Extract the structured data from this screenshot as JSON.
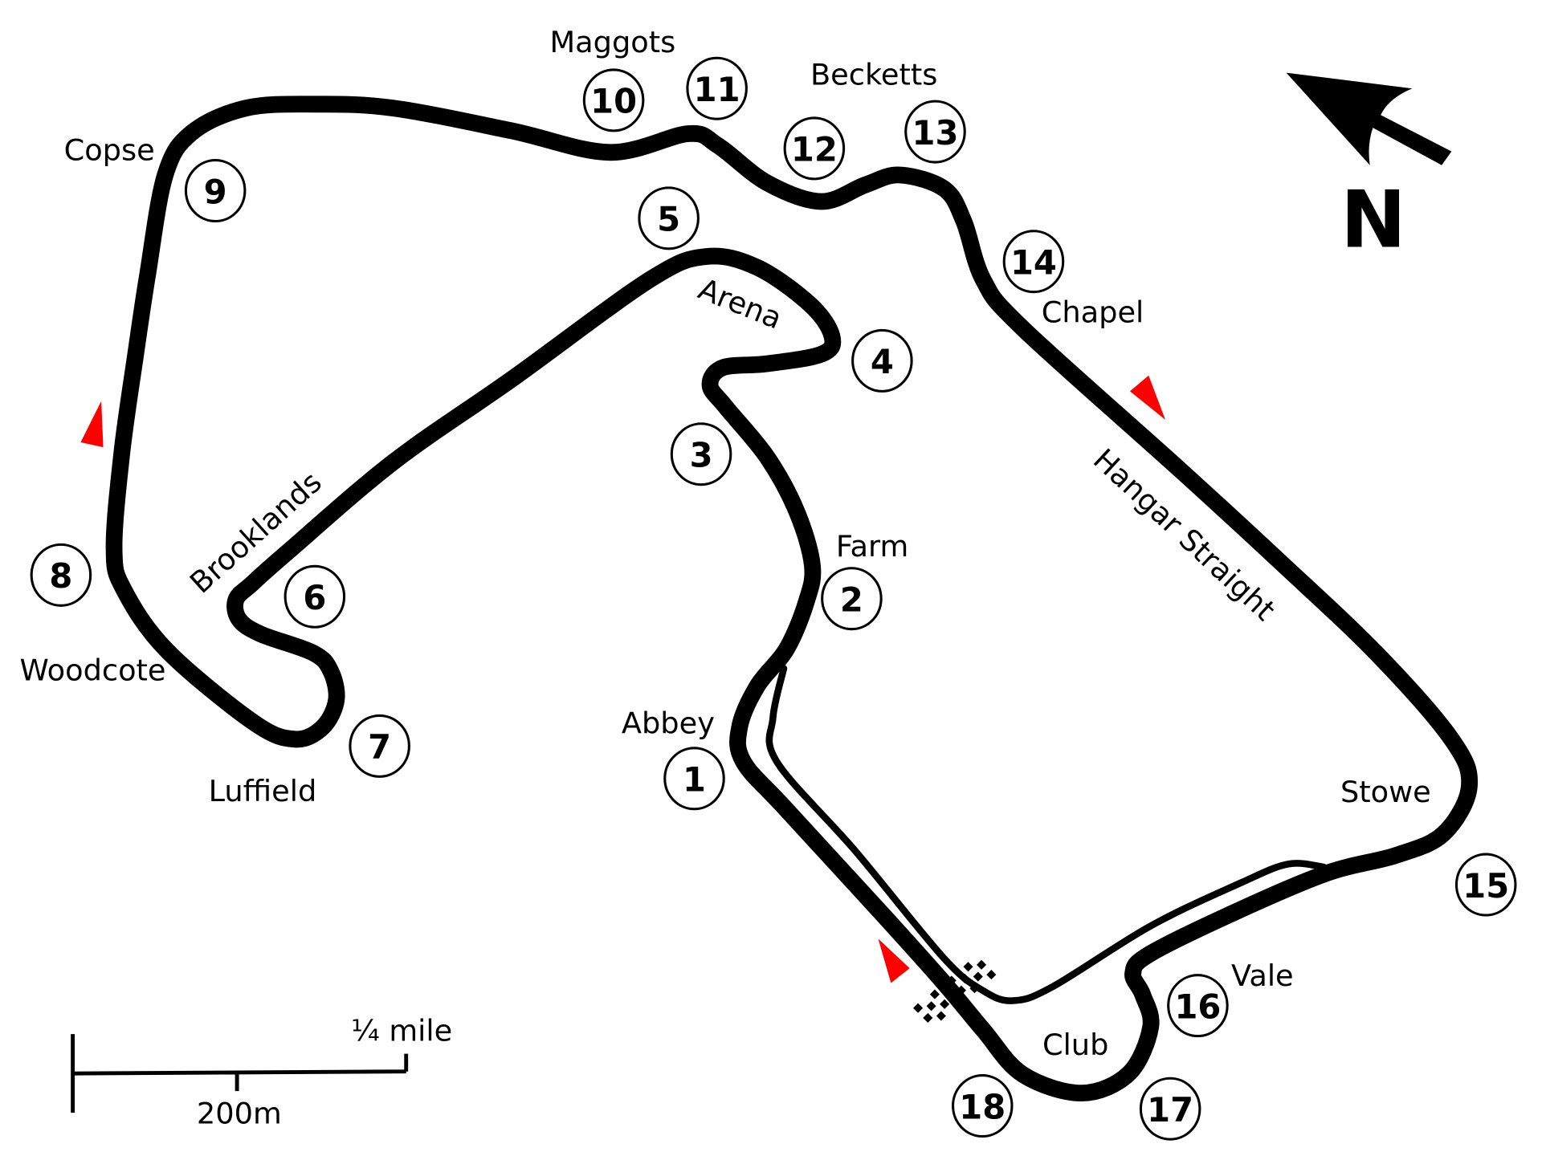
{
  "map": {
    "title": "Silverstone Circuit",
    "track_color": "#000000",
    "marker_color": "#ff0000",
    "corner_numbers": [
      "1",
      "2",
      "3",
      "4",
      "5",
      "6",
      "7",
      "8",
      "9",
      "10",
      "11",
      "12",
      "13",
      "14",
      "15",
      "16",
      "17",
      "18"
    ],
    "corner_names": {
      "abbey": "Abbey",
      "farm": "Farm",
      "arena": "Arena",
      "brooklands": "Brooklands",
      "luffield": "Luffield",
      "woodcote": "Woodcote",
      "copse": "Copse",
      "maggots": "Maggots",
      "becketts": "Becketts",
      "chapel": "Chapel",
      "hangar": "Hangar Straight",
      "stowe": "Stowe",
      "vale": "Vale",
      "club": "Club"
    },
    "compass": {
      "label": "N",
      "icon": "north-arrow-icon"
    },
    "scale": {
      "imperial": "¼ mile",
      "metric": "200m"
    }
  }
}
